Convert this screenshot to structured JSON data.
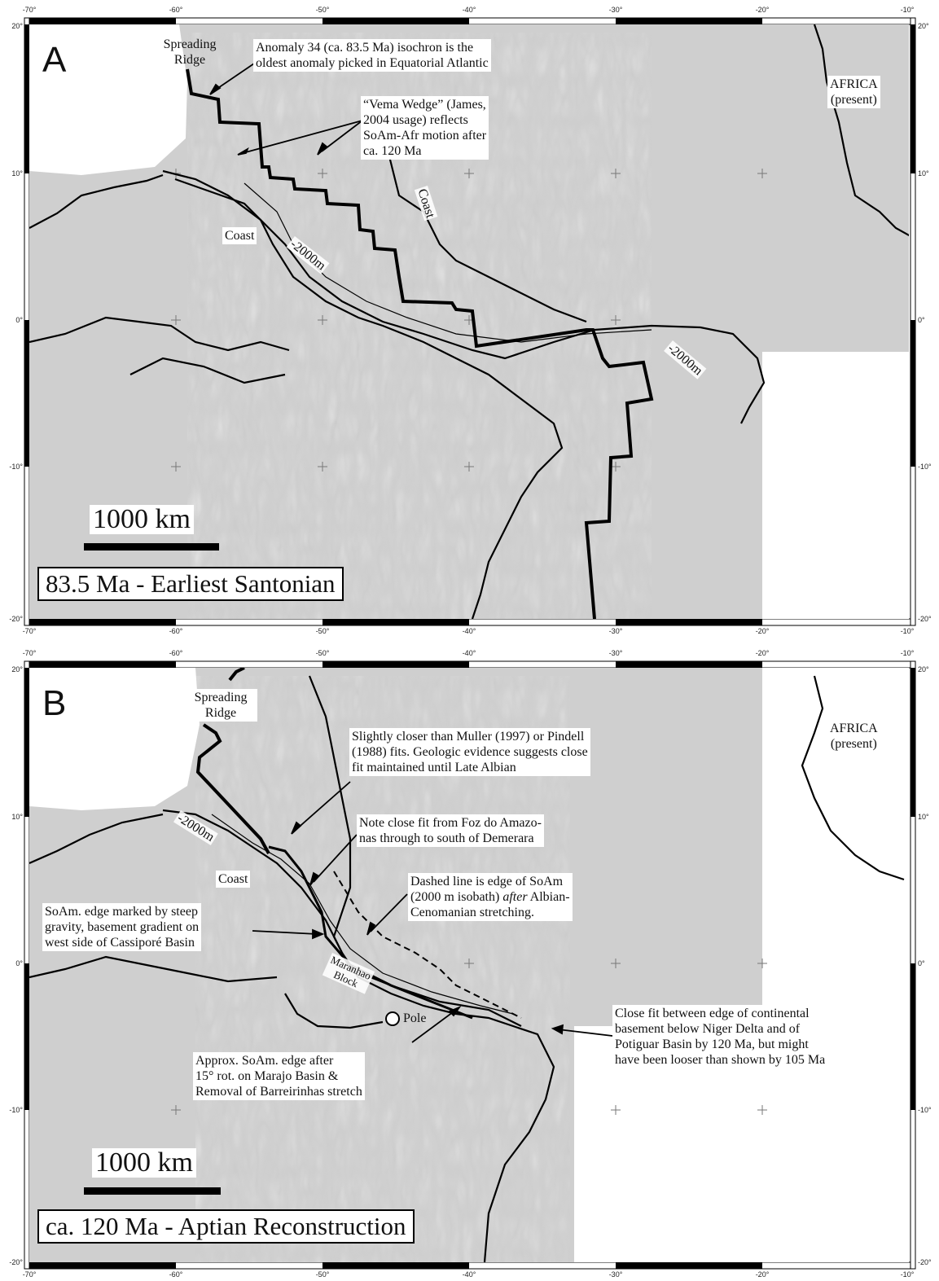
{
  "ticks": {
    "lon": [
      "-70°",
      "-60°",
      "-50°",
      "-40°",
      "-30°",
      "-20°",
      "-10°"
    ],
    "lat": [
      "20°",
      "10°",
      "0°",
      "-10°",
      "-20°"
    ]
  },
  "panel_a": {
    "letter": "A",
    "spreading_ridge": "Spreading Ridge",
    "anomaly_note": [
      "Anomaly 34 (ca. 83.5 Ma) isochron is the",
      "oldest anomaly picked in Equatorial Atlantic"
    ],
    "vema_note": [
      "“Vema Wedge” (James,",
      "2004 usage) reflects",
      "SoAm-Afr motion after",
      "ca. 120 Ma"
    ],
    "africa": [
      "AFRICA",
      "(present)"
    ],
    "coast_label": "Coast",
    "coast_rot_label": "Coast",
    "isobath_label_1": "-2000m",
    "isobath_label_2": "-2000m",
    "scale": "1000 km",
    "title": "83.5 Ma - Earliest Santonian"
  },
  "panel_b": {
    "letter": "B",
    "spreading_ridge": "Spreading Ridge",
    "muller_note": [
      "Slightly closer than Muller (1997) or Pindell",
      "(1988) fits. Geologic evidence suggests close",
      "fit maintained until Late Albian"
    ],
    "foz_note": [
      "Note close fit from Foz do Amazo-",
      "nas through to south of Demerara"
    ],
    "dashed_note": [
      "Dashed line is edge of SoAm",
      "(2000 m isobath) ",
      "after",
      " Albian-",
      "Cenomanian stretching."
    ],
    "soam_note": [
      "SoAm. edge marked by steep",
      "gravity, basement gradient on",
      "west side of Cassiporé Basin"
    ],
    "africa": [
      "AFRICA",
      "(present)"
    ],
    "isobath_label": "-2000m",
    "coast_label": "Coast",
    "maranhao": [
      "Maranhao",
      "Block"
    ],
    "pole": "Pole",
    "approx_note": [
      "Approx. SoAm. edge after",
      "15° rot. on Marajo Basin &",
      "Removal of Barreirinhas stretch"
    ],
    "closefit_note": [
      "Close fit between edge of continental",
      "basement below Niger Delta and of",
      "Potiguar Basin by 120 Ma, but might",
      "have been looser than shown by 105 Ma"
    ],
    "scale": "1000 km",
    "title": "ca. 120 Ma - Aptian Reconstruction"
  }
}
